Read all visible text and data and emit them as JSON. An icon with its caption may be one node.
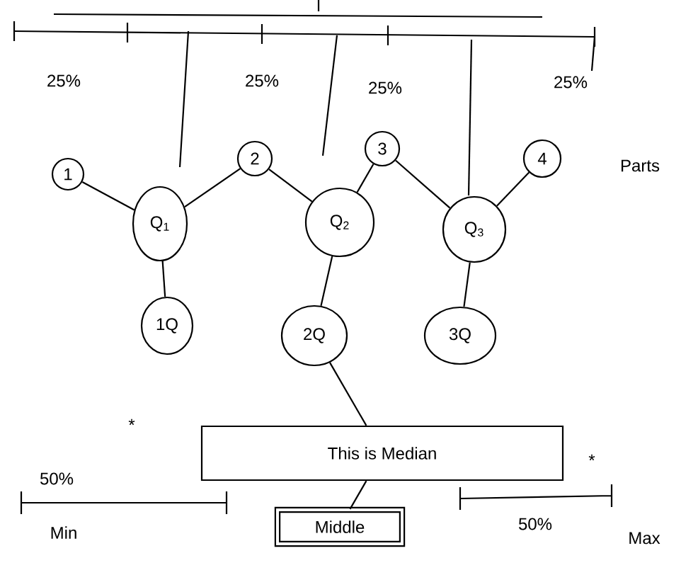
{
  "diagram": {
    "nodes": [
      {
        "text": [
          "1"
        ]
      },
      {
        "text": [
          "2"
        ]
      },
      {
        "text": [
          "3"
        ]
      },
      {
        "text": [
          "4"
        ]
      },
      {
        "text": [
          "Q$_{1}$"
        ]
      },
      {
        "text": [
          "Q$_{2}$"
        ]
      },
      {
        "text": [
          "Q$_{3}$"
        ]
      },
      {
        "text": [
          "1Q"
        ]
      },
      {
        "text": [
          "2Q"
        ]
      },
      {
        "text": [
          "3Q"
        ]
      },
      {
        "text": [
          "This is Median"
        ]
      },
      {
        "text": [
          "Middle"
        ]
      }
    ],
    "edges": [
      {
        "from": 0,
        "to": 4,
        "arrow": "none"
      },
      {
        "from": 4,
        "to": 1,
        "arrow": "none"
      },
      {
        "from": 1,
        "to": 5,
        "arrow": "none"
      },
      {
        "from": 5,
        "to": 2,
        "arrow": "none"
      },
      {
        "from": 2,
        "to": 6,
        "arrow": "none"
      },
      {
        "from": 6,
        "to": 3,
        "arrow": "none"
      },
      {
        "from": 4,
        "to": 7,
        "arrow": "none"
      },
      {
        "from": 5,
        "to": 8,
        "arrow": "none"
      },
      {
        "from": 6,
        "to": 9,
        "arrow": "none"
      },
      {
        "from": 8,
        "to": 10,
        "arrow": "none"
      },
      {
        "from": 10,
        "to": 11,
        "arrow": "none"
      }
    ],
    "labels": [
      "25%",
      "25%",
      "25%",
      "25%",
      "Parts",
      "*",
      "*",
      "50%",
      "Min",
      "50%",
      "Max"
    ]
  }
}
